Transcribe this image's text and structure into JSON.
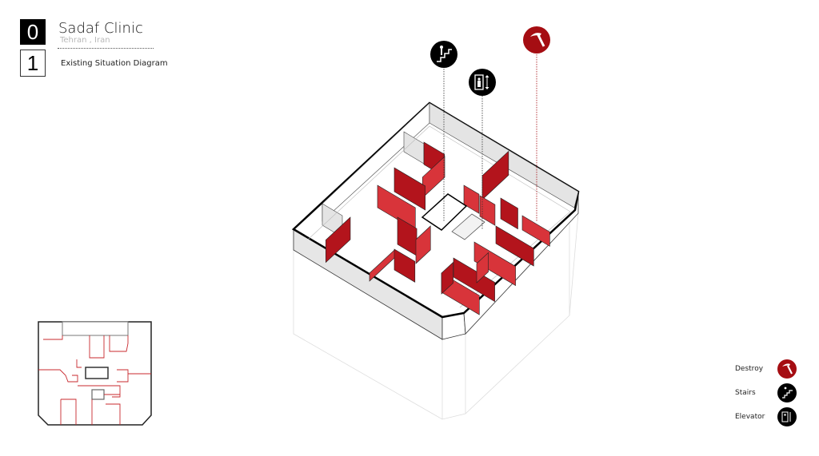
{
  "header": {
    "number_top": "0",
    "number_bottom": "1",
    "title": "Sadaf Clinic",
    "location": "Tehran , Iran",
    "diagram_label": "Existing Situation Diagram"
  },
  "legend": [
    {
      "label": "Destroy",
      "icon": "hammer-icon",
      "color": "#a50d12"
    },
    {
      "label": "Stairs",
      "icon": "stairs-icon",
      "color": "#000000"
    },
    {
      "label": "Elevator",
      "icon": "elevator-icon",
      "color": "#000000"
    }
  ],
  "colors": {
    "wall_red": "#b3141c",
    "wall_red_light": "#d8343a",
    "slab_grey": "#e4e4e4"
  }
}
